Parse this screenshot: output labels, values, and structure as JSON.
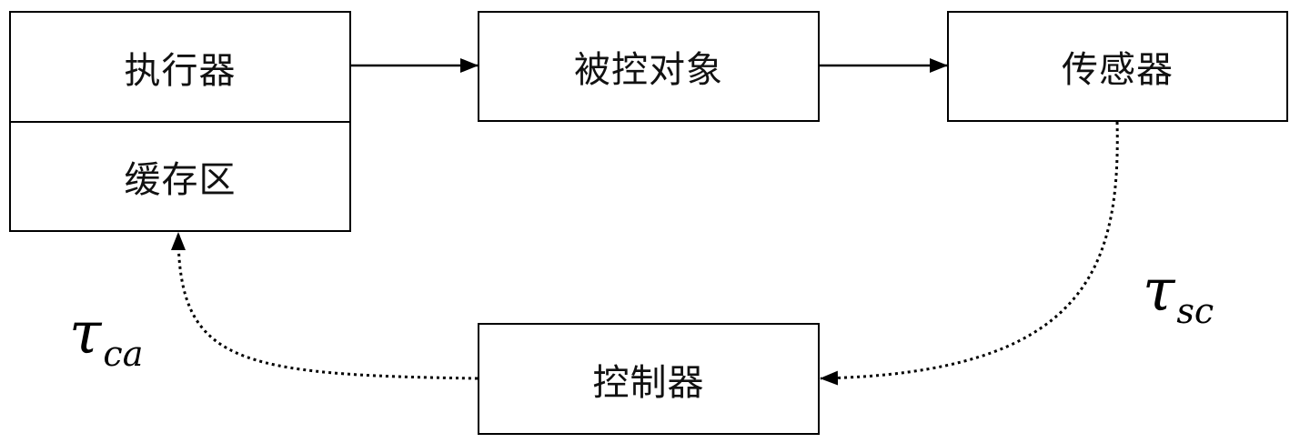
{
  "blocks": {
    "actuator": "执行器",
    "buffer": "缓存区",
    "plant": "被控对象",
    "sensor": "传感器",
    "controller": "控制器"
  },
  "delays": {
    "sensor_to_controller": {
      "symbol": "τ",
      "subscript": "sc"
    },
    "controller_to_actuator": {
      "symbol": "τ",
      "subscript": "ca"
    }
  },
  "links": [
    {
      "from": "actuator",
      "to": "plant",
      "style": "solid"
    },
    {
      "from": "plant",
      "to": "sensor",
      "style": "solid"
    },
    {
      "from": "sensor",
      "to": "controller",
      "style": "dotted"
    },
    {
      "from": "controller",
      "to": "buffer",
      "style": "dotted"
    }
  ]
}
